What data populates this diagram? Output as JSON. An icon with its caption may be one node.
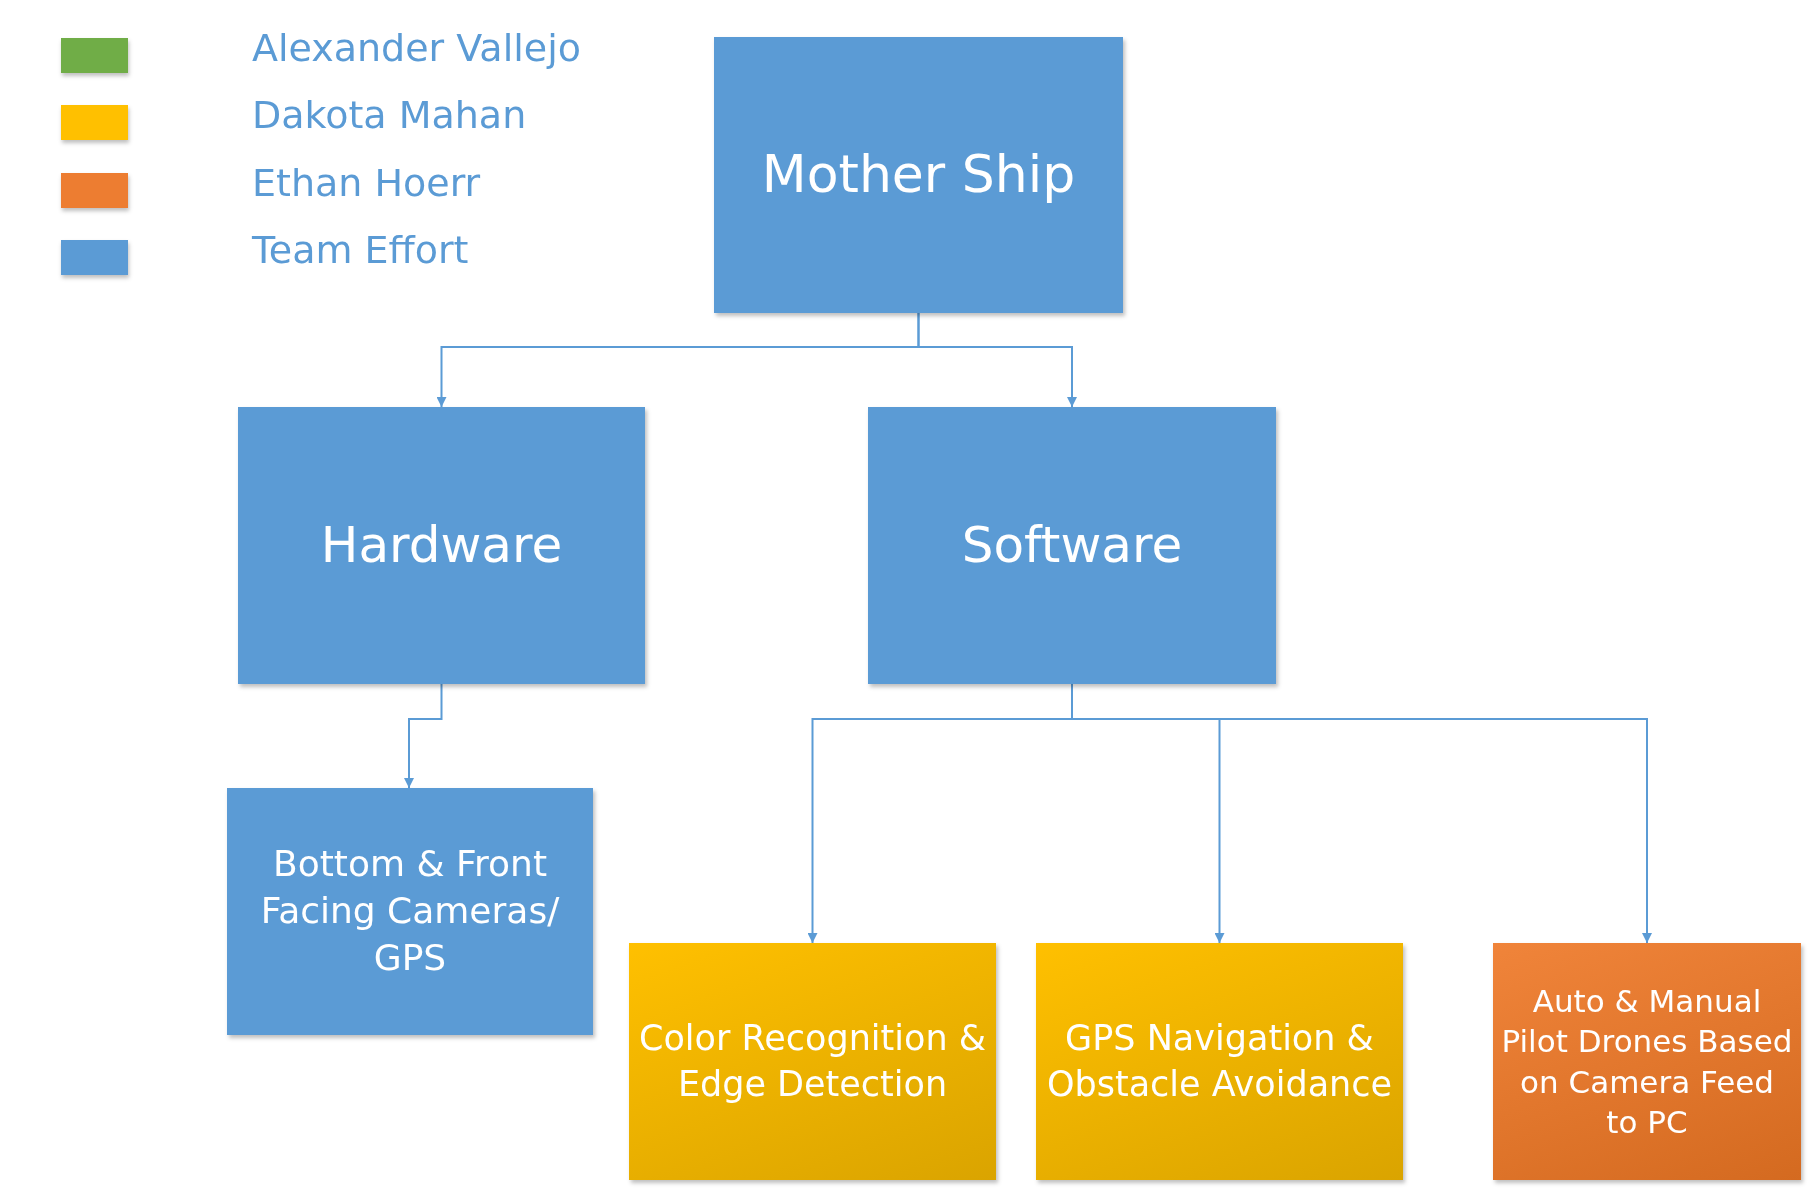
{
  "diagram": {
    "nodes": [
      {
        "text": [
          "Mother Ship"
        ]
      },
      {
        "text": [
          "Hardware"
        ]
      },
      {
        "text": [
          "Software"
        ]
      },
      {
        "text": [
          "Bottom & Front Facing Cameras/ GPS"
        ]
      },
      {
        "text": [
          "Color Recognition & Edge Detection"
        ]
      },
      {
        "text": [
          "GPS Navigation & Obstacle Avoidance"
        ]
      },
      {
        "text": [
          "Auto & Manual Pilot Drones Based on Camera Feed to PC"
        ]
      }
    ],
    "edges": [
      {
        "from": 0,
        "to": 1,
        "arrow": "to"
      },
      {
        "from": 0,
        "to": 2,
        "arrow": "to"
      },
      {
        "from": 1,
        "to": 3,
        "arrow": "to"
      },
      {
        "from": 2,
        "to": 4,
        "arrow": "to"
      },
      {
        "from": 2,
        "to": 5,
        "arrow": "to"
      },
      {
        "from": 2,
        "to": 6,
        "arrow": "to"
      }
    ],
    "legend": [
      {
        "text": "Alexander Vallejo",
        "color": "#70ad47"
      },
      {
        "text": "Dakota Mahan",
        "color": "#ffc000"
      },
      {
        "text": "Ethan Hoerr",
        "color": "#ed7d31"
      },
      {
        "text": "Team Effort",
        "color": "#5b9bd5"
      }
    ]
  }
}
